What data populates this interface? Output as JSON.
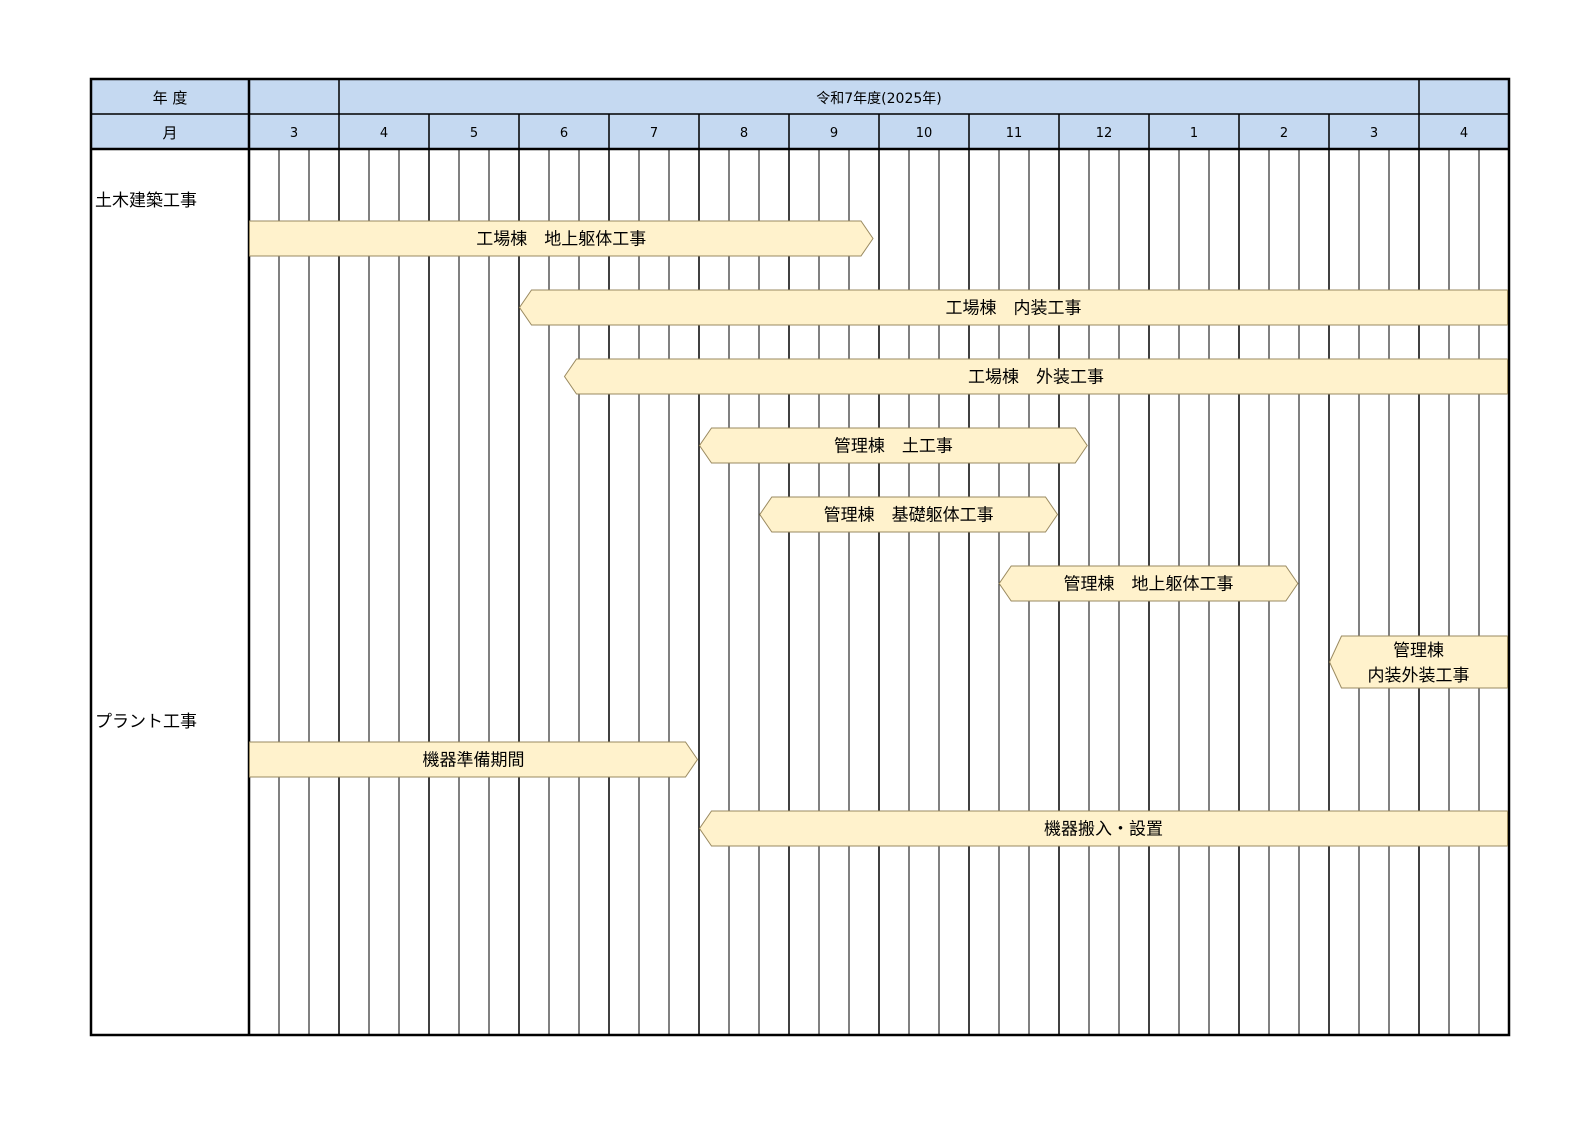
{
  "header": {
    "year_label": "年 度",
    "month_label": "月",
    "fiscal_year": "令和7年度(2025年)",
    "months": [
      "3",
      "4",
      "5",
      "6",
      "7",
      "8",
      "9",
      "10",
      "11",
      "12",
      "1",
      "2",
      "3",
      "4"
    ]
  },
  "sections": [
    {
      "label": "土木建築工事"
    },
    {
      "label": "プラント工事"
    }
  ],
  "tasks": [
    {
      "label": "工場棟　地上躯体工事",
      "start": 0.0,
      "end": 6.95,
      "left": "flat",
      "right": "arrow"
    },
    {
      "label": "工場棟　内装工事",
      "start": 3.0,
      "end": 14.0,
      "left": "arrow",
      "right": "flat"
    },
    {
      "label": "工場棟　外装工事",
      "start": 3.5,
      "end": 14.0,
      "left": "arrow",
      "right": "flat"
    },
    {
      "label": "管理棟　土工事",
      "start": 5.0,
      "end": 9.33,
      "left": "arrow",
      "right": "arrow"
    },
    {
      "label": "管理棟　基礎躯体工事",
      "start": 5.67,
      "end": 9.0,
      "left": "arrow",
      "right": "arrow"
    },
    {
      "label": "管理棟　地上躯体工事",
      "start": 8.33,
      "end": 11.67,
      "left": "arrow",
      "right": "arrow"
    },
    {
      "label": "管理棟\n内装外装工事",
      "start": 12.0,
      "end": 14.0,
      "left": "arrow",
      "right": "flat"
    },
    {
      "label": "機器準備期間",
      "start": 0.0,
      "end": 5.0,
      "left": "flat",
      "right": "arrow"
    },
    {
      "label": "機器搬入・設置",
      "start": 5.0,
      "end": 14.0,
      "left": "arrow",
      "right": "flat"
    }
  ],
  "colors": {
    "header_fill": "#c5d9f1",
    "bar_fill": "#fff2cc",
    "bar_stroke": "#9a8a60",
    "grid_line": "#000000"
  }
}
